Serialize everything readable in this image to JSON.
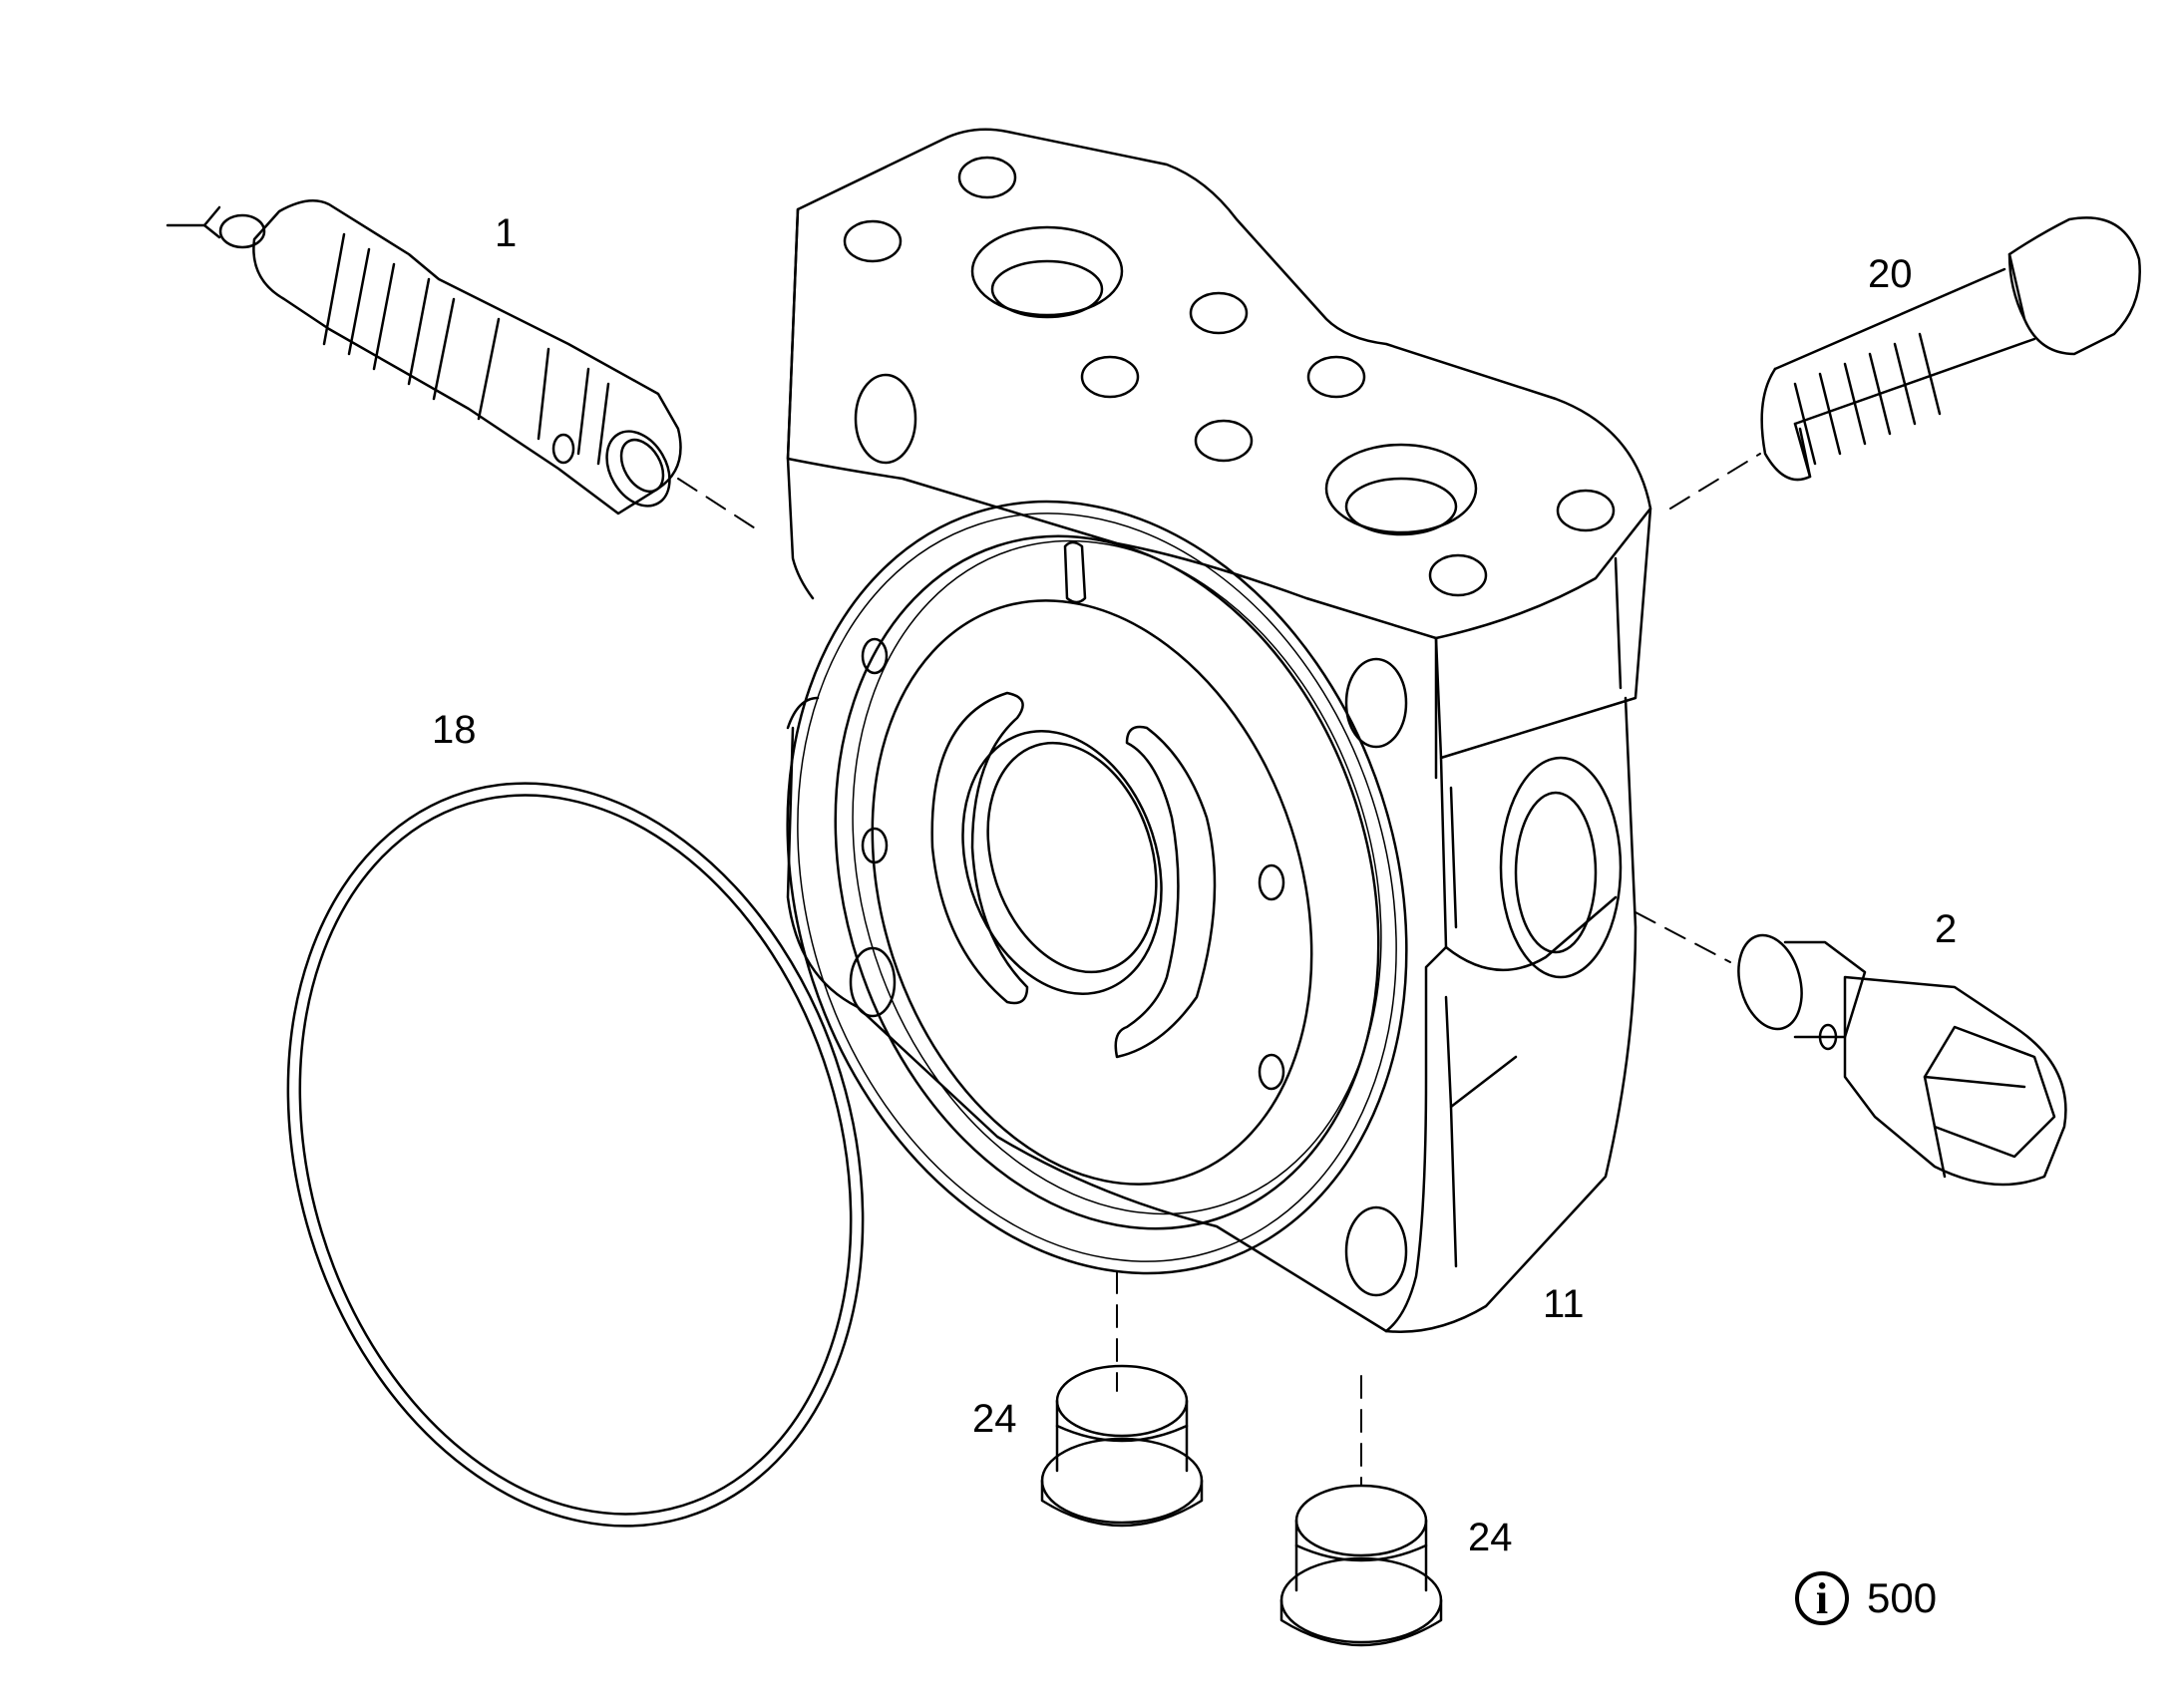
{
  "callouts": {
    "p1": "1",
    "p2": "2",
    "p11": "11",
    "p18": "18",
    "p20": "20",
    "p24a": "24",
    "p24b": "24"
  },
  "info": {
    "icon": "info-icon",
    "number": "500"
  },
  "colors": {
    "line": "#000000",
    "background": "#ffffff"
  }
}
